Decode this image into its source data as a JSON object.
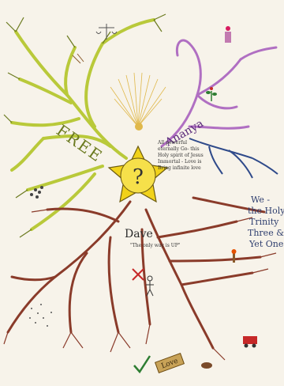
{
  "mind_map": {
    "branches": {
      "free": "FREE",
      "ananya": "Ananya",
      "dave": "Dave",
      "dave_subtitle": "\"The only way is UP\""
    },
    "center_note": [
      "All powerful",
      "eternally Go- this",
      "Holy spirit of Jesus",
      "Immortal - Love is",
      "Bring infinite love"
    ],
    "side_note": [
      "We -",
      "the Holy",
      "Trinity",
      "Three &",
      "Yet One"
    ],
    "love_tag": "Love",
    "colors": {
      "background": "#f7f3ea",
      "free_branch": "#b9c93a",
      "ananya_branch": "#b06fc2",
      "dave_branch": "#8a3b2a",
      "center_star": "#f1d21a",
      "side_note_ink": "#2f3f6f"
    }
  }
}
